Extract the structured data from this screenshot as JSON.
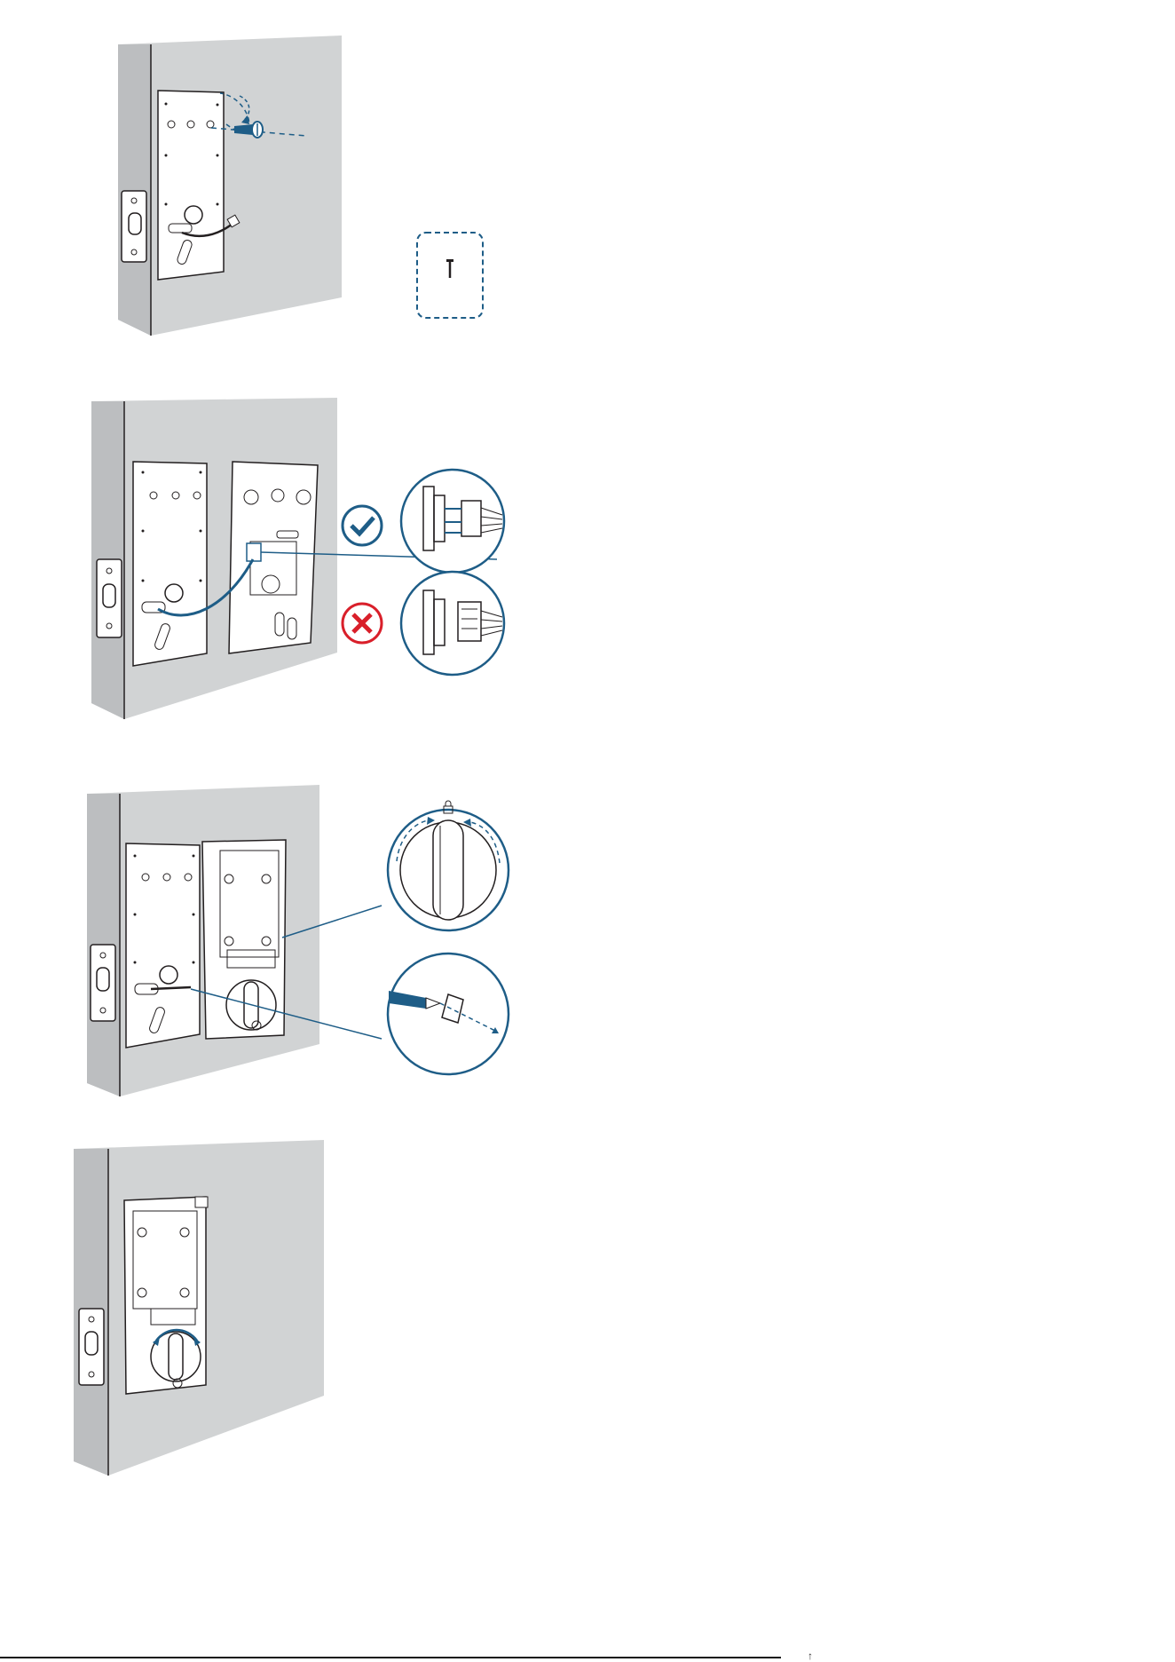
{
  "document": {
    "type": "installation-instructions",
    "steps": [
      {
        "id": "step-1",
        "content": "illustration-only"
      },
      {
        "id": "step-2",
        "content": "illustration-only"
      },
      {
        "id": "step-3",
        "content": "illustration-only"
      },
      {
        "id": "step-4",
        "content": "illustration-only"
      }
    ]
  },
  "colors": {
    "door": "#d1d3d4",
    "door_edge": "#bcbec0",
    "accent": "#1e5d87",
    "error": "#d91f2a",
    "line": "#231f20",
    "white": "#ffffff"
  },
  "icons": [
    "screw-icon",
    "check-icon",
    "cross-icon",
    "lock-icon",
    "screwdriver-icon",
    "rotate-arrow-icon"
  ],
  "footer": {
    "mark": "↑"
  }
}
